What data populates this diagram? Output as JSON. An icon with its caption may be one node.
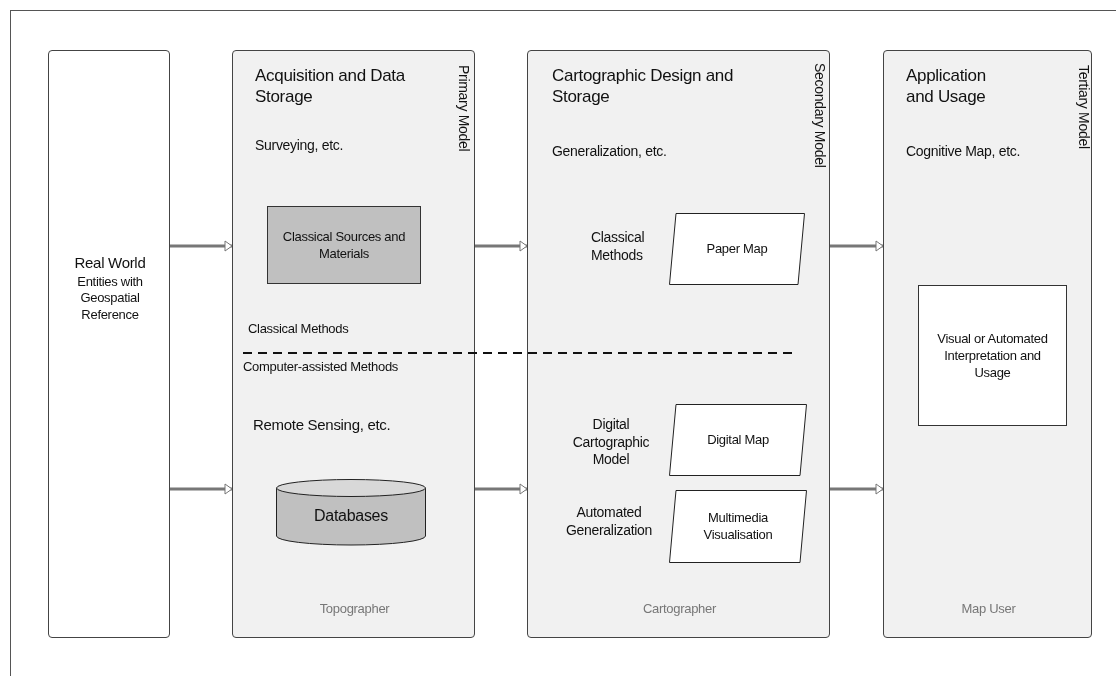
{
  "diagram": {
    "nodes": [
      {
        "text": [
          "Real World",
          "Entities with Geospatial Reference"
        ]
      },
      {
        "text": [
          "Acquisition and Data Storage",
          "Primary Model",
          "Surveying, etc.",
          "Remote Sensing, etc.",
          "Topographer"
        ]
      },
      {
        "text": [
          "Classical Sources and Materials"
        ],
        "in": 1
      },
      {
        "text": [
          "Databases"
        ],
        "in": 1
      },
      {
        "text": [
          "Cartographic Design and Storage",
          "Secondary Model",
          "Generalization, etc.",
          "Cartographer"
        ]
      },
      {
        "text": [
          "Paper Map"
        ],
        "in": 4,
        "beside": [
          "Classical Methods"
        ]
      },
      {
        "text": [
          "Digital Map"
        ],
        "in": 4,
        "beside": [
          "Digital Cartographic Model"
        ]
      },
      {
        "text": [
          "Multimedia Visualisation"
        ],
        "in": 4,
        "beside": [
          "Automated Generalization"
        ]
      },
      {
        "text": [
          "Application and Usage",
          "Tertiary Model",
          "Cognitive Map, etc.",
          "Map User"
        ]
      },
      {
        "text": [
          "Visual or Automated Interpretation and Usage"
        ],
        "in": 8
      }
    ],
    "edges": [
      {
        "from": 0,
        "to": 1,
        "arrow": "to"
      },
      {
        "from": 0,
        "to": 1,
        "arrow": "to"
      },
      {
        "from": 1,
        "to": 4,
        "arrow": "to"
      },
      {
        "from": 1,
        "to": 4,
        "arrow": "to"
      },
      {
        "from": 4,
        "to": 8,
        "arrow": "to"
      },
      {
        "from": 4,
        "to": 8,
        "arrow": "to"
      }
    ],
    "labels": [
      "Classical Methods",
      "Computer-assisted Methods"
    ]
  }
}
